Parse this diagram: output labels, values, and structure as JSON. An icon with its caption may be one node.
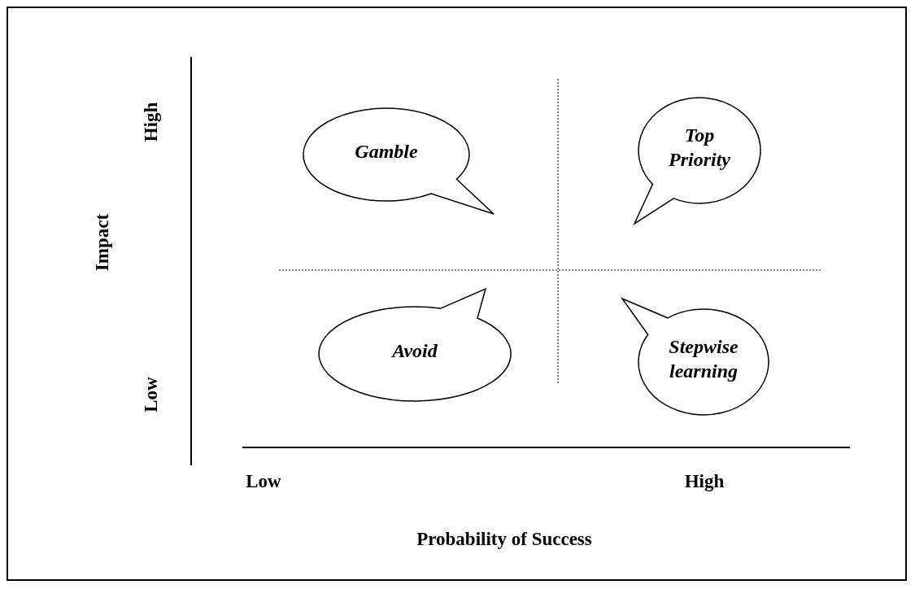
{
  "diagram": {
    "nodes": [
      {
        "text": [
          "Gamble"
        ]
      },
      {
        "text": [
          "Top Priority"
        ]
      },
      {
        "text": [
          "Avoid"
        ]
      },
      {
        "text": [
          "Stepwise learning"
        ]
      }
    ],
    "labels": [
      "High",
      "Impact",
      "Low",
      "Low",
      "High",
      "Probability of Success"
    ]
  }
}
